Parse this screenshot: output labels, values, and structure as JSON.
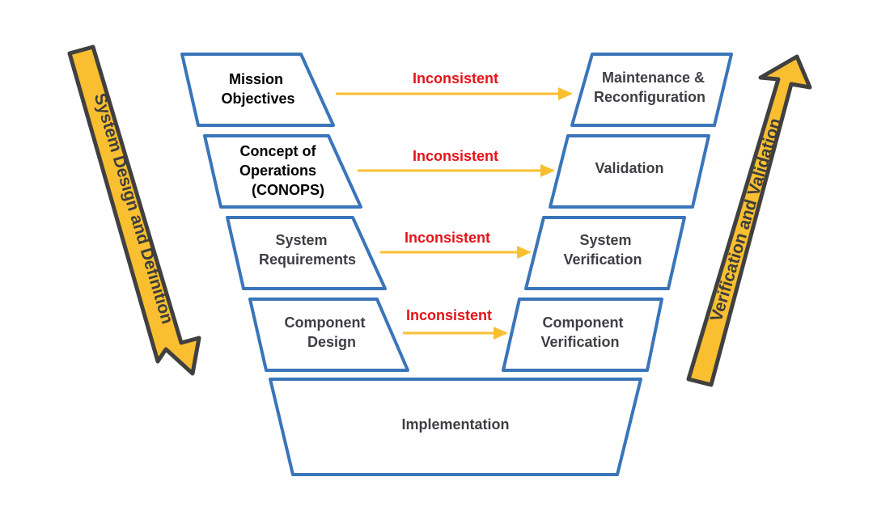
{
  "colors": {
    "box_stroke": "#3a75b9",
    "arrow": "#f9bf30",
    "inconsistent_text": "#e5131a",
    "left_text": "#000000",
    "right_text": "#3d3f44",
    "side_arrow_fill": "#f9bf30",
    "side_arrow_stroke": "#404040"
  },
  "left_phases": [
    {
      "lines": [
        "Mission",
        "Objectives"
      ]
    },
    {
      "lines": [
        "Concept of",
        "Operations",
        "(CONOPS)"
      ]
    },
    {
      "lines": [
        "System",
        "Requirements"
      ]
    },
    {
      "lines": [
        "Component",
        "Design"
      ]
    }
  ],
  "right_phases": [
    {
      "lines": [
        "Maintenance &",
        "Reconfiguration"
      ]
    },
    {
      "lines": [
        "Validation"
      ]
    },
    {
      "lines": [
        "System",
        "Verification"
      ]
    },
    {
      "lines": [
        "Component",
        "Verification"
      ]
    }
  ],
  "bottom_phase": {
    "lines": [
      "Implementation"
    ]
  },
  "links": [
    {
      "label": "Inconsistent"
    },
    {
      "label": "Inconsistent"
    },
    {
      "label": "Inconsistent"
    },
    {
      "label": "Inconsistent"
    }
  ],
  "side_labels": {
    "left": "System Design and Definition",
    "right": "Verification and Validation"
  }
}
